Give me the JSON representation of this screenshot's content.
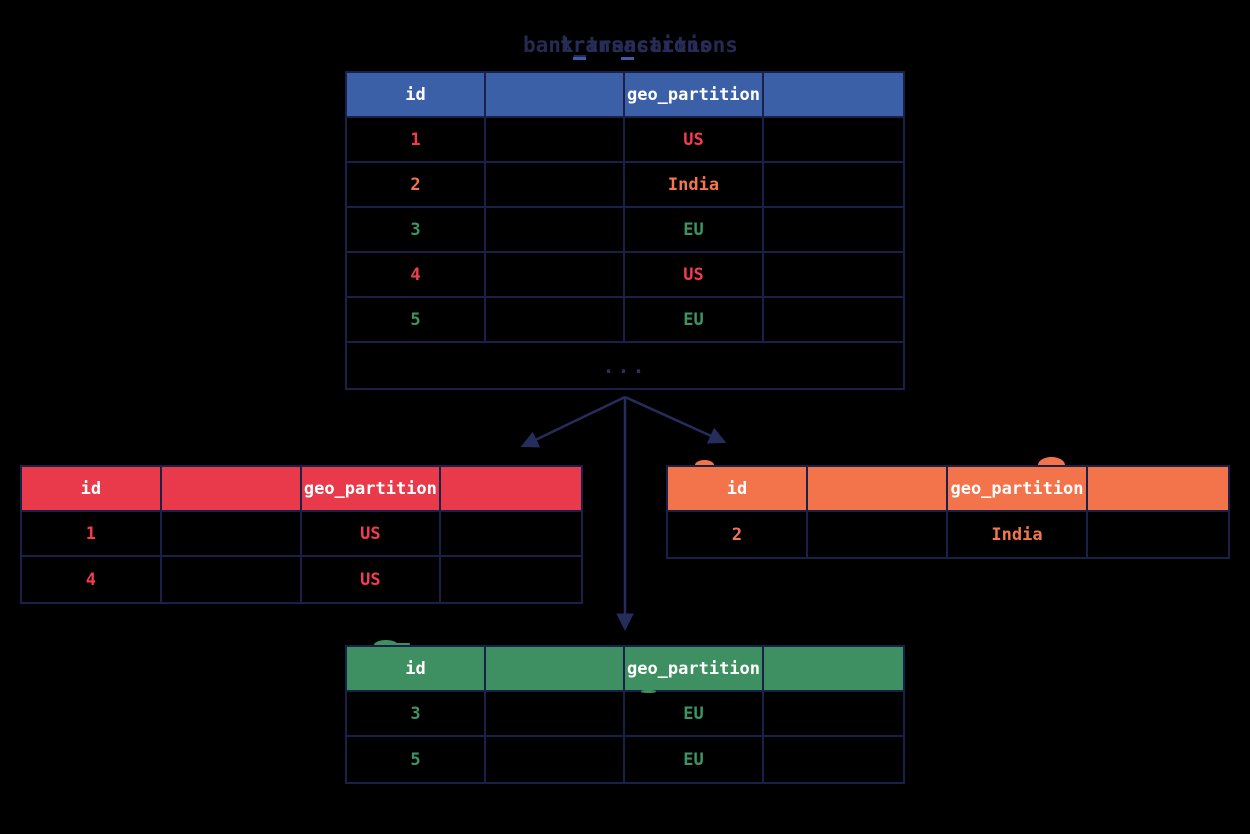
{
  "background_color": "#000000",
  "title": {
    "layer_back": "bank_transactions",
    "layer_front": "transactions"
  },
  "colors": {
    "source_header": "#3c60a8",
    "us_header": "#e93a4c",
    "india_header": "#f3734b",
    "eu_header": "#3e8f61",
    "line_navy": "#1a2149",
    "arrow_navy": "#262d5c",
    "red_text": "#f23d4f",
    "orange_text": "#f3764e",
    "green_text": "#3f9464",
    "header_text": "#ffffff"
  },
  "tables": {
    "source": {
      "header": [
        "id",
        "",
        "geo_partition",
        ""
      ],
      "rows": [
        {
          "id": "1",
          "geo": "US"
        },
        {
          "id": "2",
          "geo": "India"
        },
        {
          "id": "3",
          "geo": "EU"
        },
        {
          "id": "4",
          "geo": "US"
        },
        {
          "id": "5",
          "geo": "EU"
        }
      ],
      "ellipsis": "..."
    },
    "us": {
      "header": [
        "id",
        "",
        "geo_partition",
        ""
      ],
      "rows": [
        {
          "id": "1",
          "geo": "US"
        },
        {
          "id": "4",
          "geo": "US"
        }
      ]
    },
    "india": {
      "header": [
        "id",
        "",
        "geo_partition",
        ""
      ],
      "rows": [
        {
          "id": "2",
          "geo": "India"
        }
      ]
    },
    "eu": {
      "header": [
        "id",
        "",
        "geo_partition",
        ""
      ],
      "rows": [
        {
          "id": "3",
          "geo": "EU"
        },
        {
          "id": "5",
          "geo": "EU"
        }
      ]
    }
  }
}
